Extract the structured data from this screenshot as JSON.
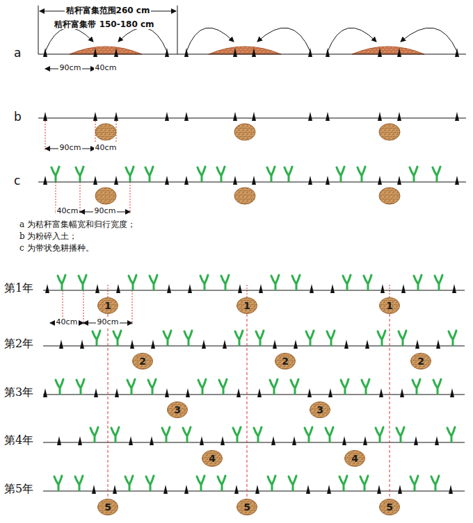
{
  "diagram": {
    "nodes": [
      {
        "text": [
          "1"
        ]
      },
      {
        "text": [
          "1"
        ]
      },
      {
        "text": [
          "1"
        ]
      },
      {
        "text": [
          "2"
        ]
      },
      {
        "text": [
          "2"
        ]
      },
      {
        "text": [
          "2"
        ]
      },
      {
        "text": [
          "3"
        ]
      },
      {
        "text": [
          "3"
        ]
      },
      {
        "text": [
          "4"
        ]
      },
      {
        "text": [
          "4"
        ]
      },
      {
        "text": [
          "5"
        ]
      },
      {
        "text": [
          "5"
        ]
      },
      {
        "text": [
          "5"
        ]
      }
    ],
    "edges": [
      {
        "from": 0,
        "to": 10,
        "arrow": "none"
      },
      {
        "from": 1,
        "to": 11,
        "arrow": "none"
      },
      {
        "from": 2,
        "to": 12,
        "arrow": "none"
      }
    ],
    "labels": [
      "秸秆富集范围260 cm",
      "秸秆富集带 150-180 cm",
      "a",
      "90cm",
      "40cm",
      "b",
      "90cm",
      "40cm",
      "c",
      "40cm",
      "90cm",
      "a 为秸秆富集幅宽和归行宽度；",
      "b 为粉碎入土；",
      "c 为带状免耕播种。",
      "第1年",
      "40cm",
      "90cm",
      "第2年",
      "第3年",
      "第4年",
      "第5年"
    ]
  }
}
